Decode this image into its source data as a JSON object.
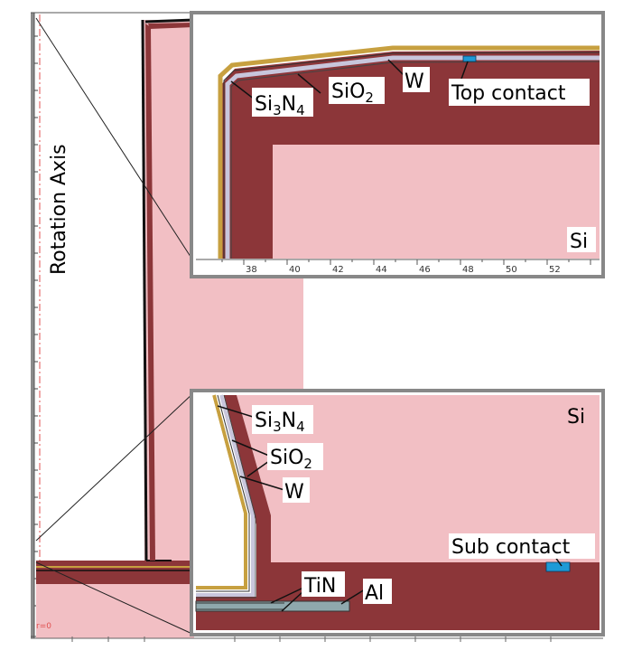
{
  "figure": {
    "rotation_axis_label": "Rotation Axis",
    "r_zero_label": "r=0"
  },
  "colors": {
    "si": "#f2bfc4",
    "oxide": "#8c3639",
    "w": "#c7a040",
    "sin": "#c8c6dc",
    "contact": "#1e9ad6",
    "metal_bar": "#8fa8ad",
    "frame": "#777777",
    "background": "#ffffff"
  },
  "inset_top": {
    "labels": {
      "si3n4": {
        "main": "Si",
        "sub1": "3",
        "mid": "N",
        "sub2": "4"
      },
      "sio2": {
        "main": "SiO",
        "sub": "2"
      },
      "w": "W",
      "top_contact": "Top contact",
      "si": "Si"
    },
    "axis": {
      "ticks": [
        "38",
        "40",
        "42",
        "44",
        "46",
        "48",
        "50",
        "52"
      ]
    }
  },
  "inset_bottom": {
    "labels": {
      "si3n4": {
        "main": "Si",
        "sub1": "3",
        "mid": "N",
        "sub2": "4"
      },
      "sio2": {
        "main": "SiO",
        "sub": "2"
      },
      "w": "W",
      "tin": "TiN",
      "al": "Al",
      "sub_contact": "Sub contact",
      "si": "Si"
    }
  }
}
